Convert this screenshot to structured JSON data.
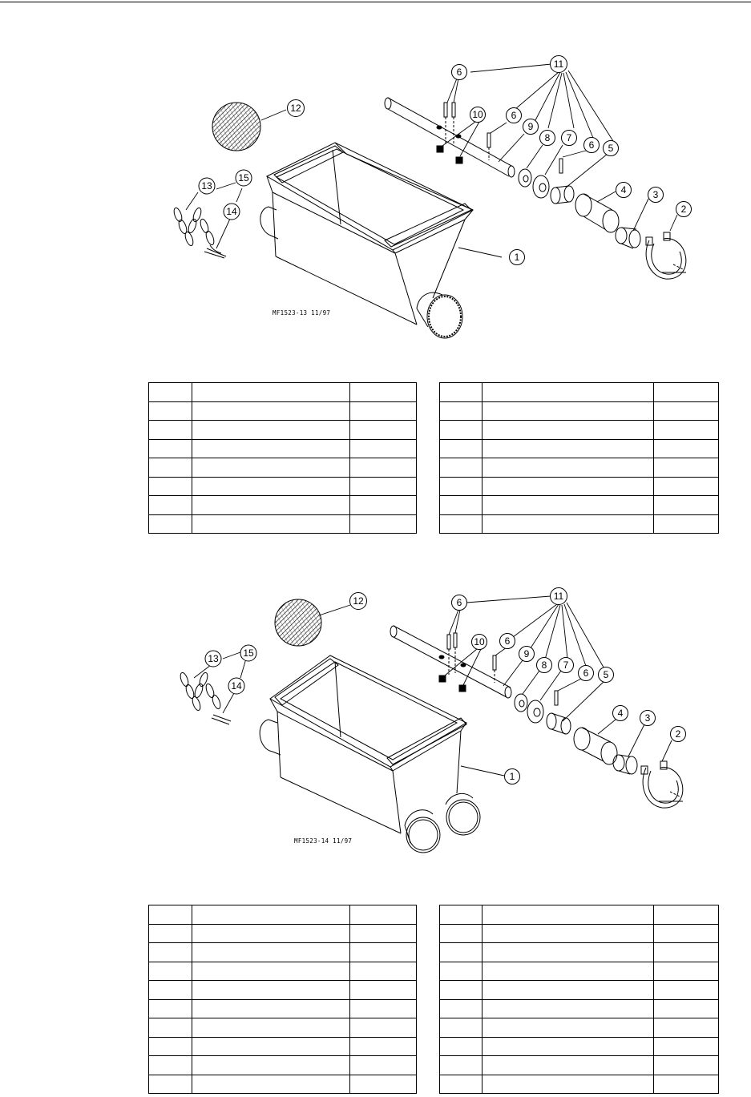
{
  "figures": [
    {
      "label": "MF1523-13  11/97",
      "callouts": [
        "1",
        "2",
        "3",
        "4",
        "5",
        "6",
        "6",
        "6",
        "7",
        "8",
        "9",
        "10",
        "11",
        "12",
        "13",
        "14",
        "15"
      ]
    },
    {
      "label": "MF1523-14  11/97",
      "callouts": [
        "1",
        "2",
        "3",
        "4",
        "5",
        "6",
        "6",
        "6",
        "7",
        "8",
        "9",
        "10",
        "11",
        "12",
        "13",
        "14",
        "15"
      ]
    }
  ],
  "tables": [
    {
      "rows": 8
    },
    {
      "rows": 8
    },
    {
      "rows": 10
    },
    {
      "rows": 10
    }
  ]
}
